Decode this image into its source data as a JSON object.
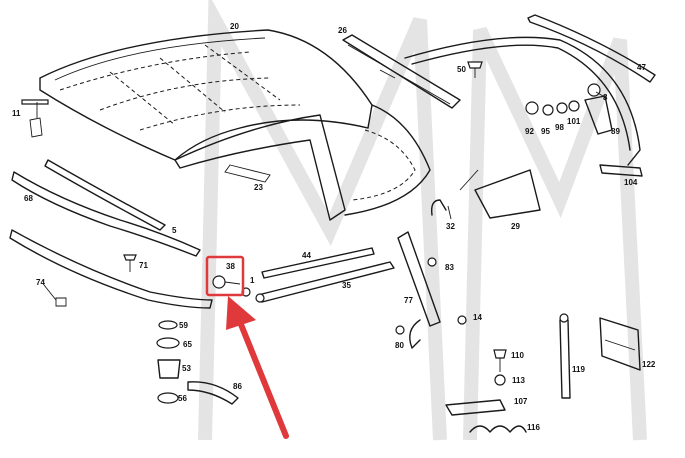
{
  "diagram": {
    "labels": [
      {
        "id": "20",
        "text": "20"
      },
      {
        "id": "26",
        "text": "26"
      },
      {
        "id": "47",
        "text": "47"
      },
      {
        "id": "50",
        "text": "50"
      },
      {
        "id": "8",
        "text": "8"
      },
      {
        "id": "11",
        "text": "11"
      },
      {
        "id": "92",
        "text": "92"
      },
      {
        "id": "95",
        "text": "95"
      },
      {
        "id": "98",
        "text": "98"
      },
      {
        "id": "101",
        "text": "101"
      },
      {
        "id": "89",
        "text": "89"
      },
      {
        "id": "23",
        "text": "23"
      },
      {
        "id": "104",
        "text": "104"
      },
      {
        "id": "68",
        "text": "68"
      },
      {
        "id": "5",
        "text": "5"
      },
      {
        "id": "32",
        "text": "32"
      },
      {
        "id": "29",
        "text": "29"
      },
      {
        "id": "44",
        "text": "44"
      },
      {
        "id": "71",
        "text": "71"
      },
      {
        "id": "38",
        "text": "38"
      },
      {
        "id": "1",
        "text": "1"
      },
      {
        "id": "83",
        "text": "83"
      },
      {
        "id": "74",
        "text": "74"
      },
      {
        "id": "35",
        "text": "35"
      },
      {
        "id": "77",
        "text": "77"
      },
      {
        "id": "59",
        "text": "59"
      },
      {
        "id": "14",
        "text": "14"
      },
      {
        "id": "65",
        "text": "65"
      },
      {
        "id": "80",
        "text": "80"
      },
      {
        "id": "122",
        "text": "122"
      },
      {
        "id": "53",
        "text": "53"
      },
      {
        "id": "110",
        "text": "110"
      },
      {
        "id": "119",
        "text": "119"
      },
      {
        "id": "86",
        "text": "86"
      },
      {
        "id": "113",
        "text": "113"
      },
      {
        "id": "56",
        "text": "56"
      },
      {
        "id": "107",
        "text": "107"
      },
      {
        "id": "116",
        "text": "116"
      }
    ],
    "highlight": {
      "label": "38",
      "color": "#e0393b"
    },
    "colors": {
      "line": "#1a1a1a",
      "highlight": "#e0393b",
      "watermark": "#d9d9d9"
    }
  }
}
